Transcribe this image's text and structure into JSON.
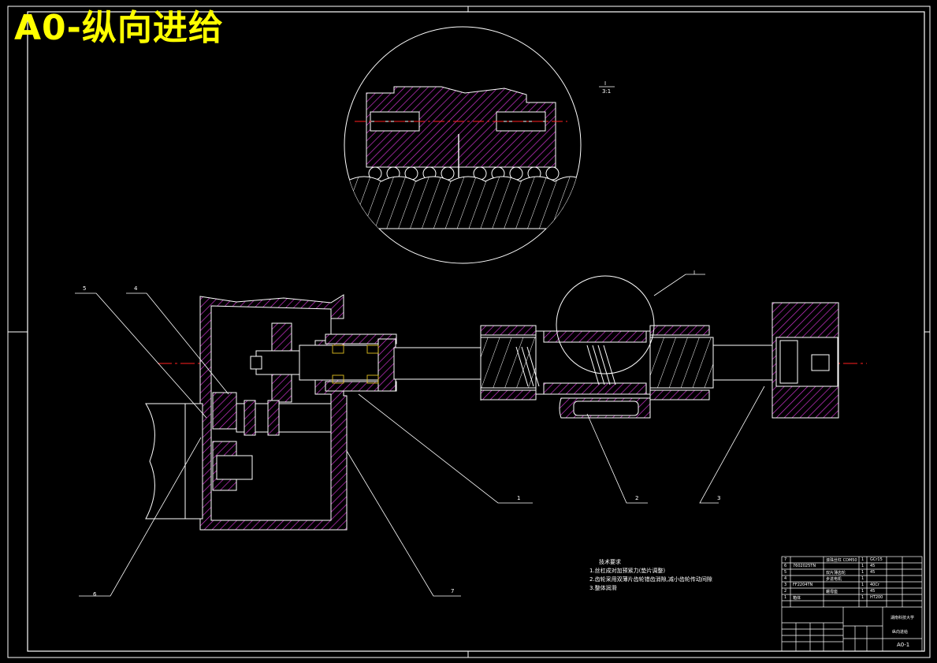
{
  "title": "A0-纵向进给",
  "detail_scale": {
    "top": "I",
    "bottom": "3:1"
  },
  "detail_callout": "I",
  "part_labels": [
    "1",
    "2",
    "3",
    "4",
    "5",
    "6",
    "7"
  ],
  "notes": {
    "heading": "技术要求",
    "lines": [
      "1.丝杠成对加预紧力(垫片调整)",
      "2.齿轮采用双薄片齿轮错齿消隙,减小齿轮传动间隙",
      "3.整体润滑"
    ]
  },
  "title_block": {
    "parts": [
      {
        "no": "7",
        "name": "滚珠丝杠 CDM50",
        "qty": "1",
        "mat": "GCr15"
      },
      {
        "no": "6",
        "name": "7602025TN",
        "qty": "1",
        "mat": "45"
      },
      {
        "no": "5",
        "name": "双片薄齿轮",
        "qty": "1",
        "mat": "45"
      },
      {
        "no": "4",
        "name": "步进电机",
        "qty": "1",
        "mat": ""
      },
      {
        "no": "3",
        "name": "FF2204TN",
        "qty": "1",
        "mat": "40Cr"
      },
      {
        "no": "2",
        "name": "螺母座",
        "qty": "1",
        "mat": "45"
      },
      {
        "no": "1",
        "name": "箱体",
        "qty": "1",
        "mat": "HT200"
      }
    ],
    "school": "湖南科技大学",
    "drawing_name": "纵向进给",
    "drawing_no": "A0-1"
  },
  "colors": {
    "background": "#000000",
    "line": "#ffffff",
    "title": "#ffff00",
    "hatch": "#cc33cc",
    "centerline": "#ff2020",
    "outline": "#00e0ff"
  }
}
